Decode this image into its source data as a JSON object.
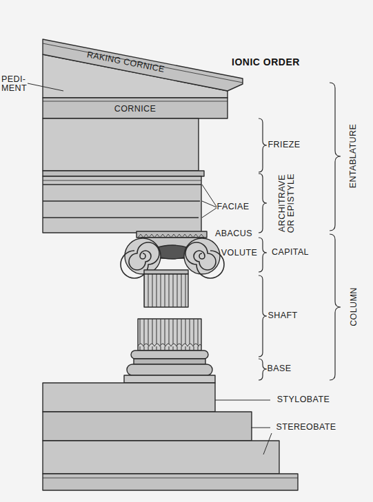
{
  "diagram": {
    "title": "IONIC ORDER",
    "labels": [
      "PEDI- MENT",
      "RAKING CORNICE",
      "CORNICE",
      "FRIEZE",
      "ENTABLATURE",
      "FACIAE",
      "ARCHITRAVE OR EPISTYLE",
      "ABACUS",
      "VOLUTE",
      "CAPITAL",
      "SHAFT",
      "COLUMN",
      "BASE",
      "STYLOBATE",
      "STEREOBATE"
    ]
  }
}
